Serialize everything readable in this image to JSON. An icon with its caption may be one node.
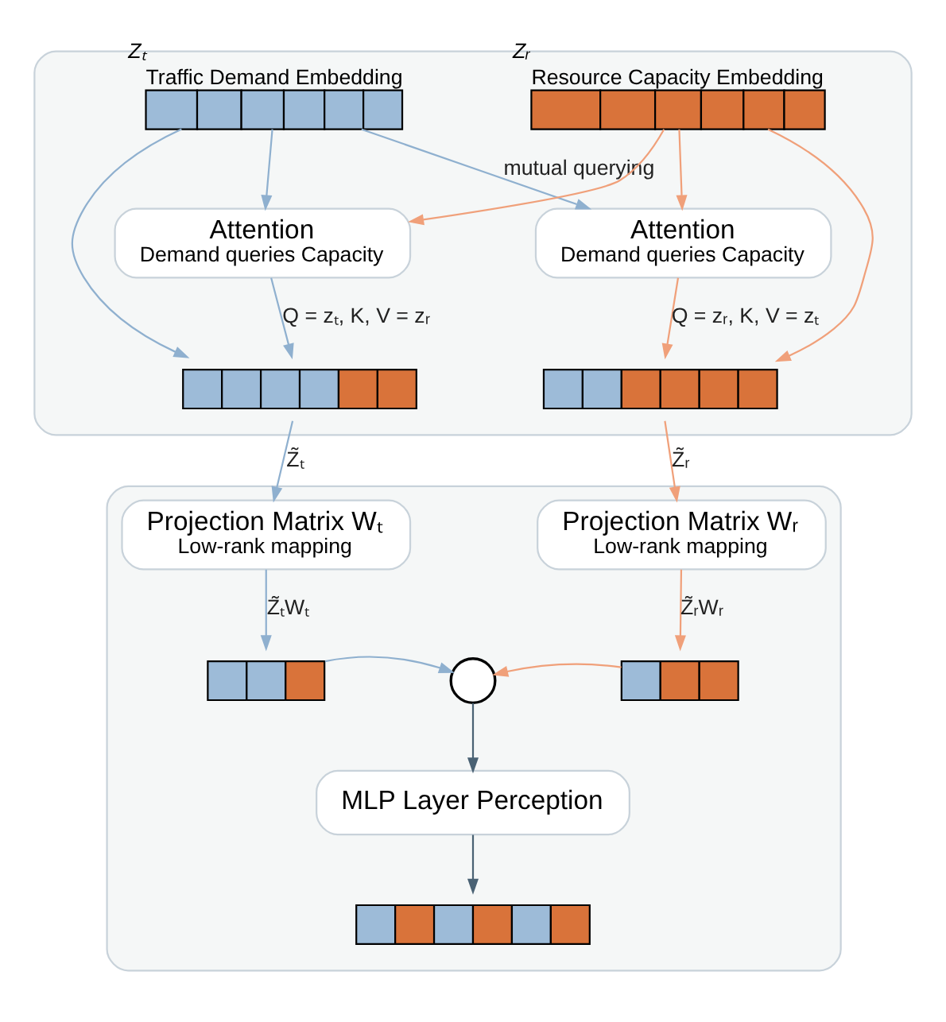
{
  "diagram": {
    "nodes": [
      {
        "text": [],
        "shape": "box"
      },
      {
        "text": [
          "Traffic Demand Embedding"
        ],
        "beside": [
          "Zₜ"
        ],
        "in": 0
      },
      {
        "text": [
          "Resource Capacity Embedding"
        ],
        "beside": [
          "Zᵣ"
        ],
        "in": 0
      },
      {
        "text": [
          "Attention",
          "Demand queries Capacity"
        ],
        "in": 0
      },
      {
        "text": [
          "Attention",
          "Demand queries Capacity"
        ],
        "in": 0
      },
      {
        "text": [],
        "shape": "bar",
        "in": 0
      },
      {
        "text": [],
        "shape": "bar",
        "in": 0
      },
      {
        "text": [],
        "shape": "box"
      },
      {
        "text": [
          "Projection Matrix Wₜ",
          "Low-rank mapping"
        ],
        "in": 7
      },
      {
        "text": [
          "Projection Matrix Wᵣ",
          "Low-rank mapping"
        ],
        "in": 7
      },
      {
        "text": [],
        "shape": "bar",
        "in": 7
      },
      {
        "text": [],
        "shape": "bar",
        "in": 7
      },
      {
        "text": [],
        "shape": "circle",
        "in": 7
      },
      {
        "text": [
          "MLP Layer Perception"
        ],
        "in": 7
      },
      {
        "text": [],
        "shape": "bar",
        "in": 7
      }
    ],
    "edges": [
      {
        "from": 1,
        "to": 3,
        "arrow": "to",
        "color": "#8fb0cf"
      },
      {
        "from": 1,
        "to": 4,
        "arrow": "to",
        "color": "#8fb0cf",
        "label": "mutual querying"
      },
      {
        "from": 1,
        "to": 5,
        "arrow": "to",
        "color": "#8fb0cf"
      },
      {
        "from": 2,
        "to": 4,
        "arrow": "to",
        "color": "#f0a07a"
      },
      {
        "from": 2,
        "to": 3,
        "arrow": "to",
        "color": "#f0a07a"
      },
      {
        "from": 2,
        "to": 6,
        "arrow": "to",
        "color": "#f0a07a"
      },
      {
        "from": 3,
        "to": 5,
        "arrow": "to",
        "color": "#8fb0cf",
        "label": "Q = zₜ, K, V = zᵣ"
      },
      {
        "from": 4,
        "to": 6,
        "arrow": "to",
        "color": "#f0a07a",
        "label": "Q = zᵣ, K, V = zₜ"
      },
      {
        "from": 5,
        "to": 8,
        "arrow": "to",
        "color": "#8fb0cf",
        "label": "Z̃ₜ"
      },
      {
        "from": 6,
        "to": 9,
        "arrow": "to",
        "color": "#f0a07a",
        "label": "Z̃ᵣ"
      },
      {
        "from": 8,
        "to": 10,
        "arrow": "to",
        "color": "#8fb0cf",
        "label": "Z̃ₜWₜ"
      },
      {
        "from": 9,
        "to": 11,
        "arrow": "to",
        "color": "#f0a07a",
        "label": "Z̃ᵣWᵣ"
      },
      {
        "from": 10,
        "to": 12,
        "arrow": "to",
        "color": "#8fb0cf"
      },
      {
        "from": 11,
        "to": 12,
        "arrow": "to",
        "color": "#f0a07a"
      },
      {
        "from": 12,
        "to": 13,
        "arrow": "to",
        "color": "#4a6274"
      },
      {
        "from": 13,
        "to": 14,
        "arrow": "to",
        "color": "#4a6274"
      }
    ]
  }
}
